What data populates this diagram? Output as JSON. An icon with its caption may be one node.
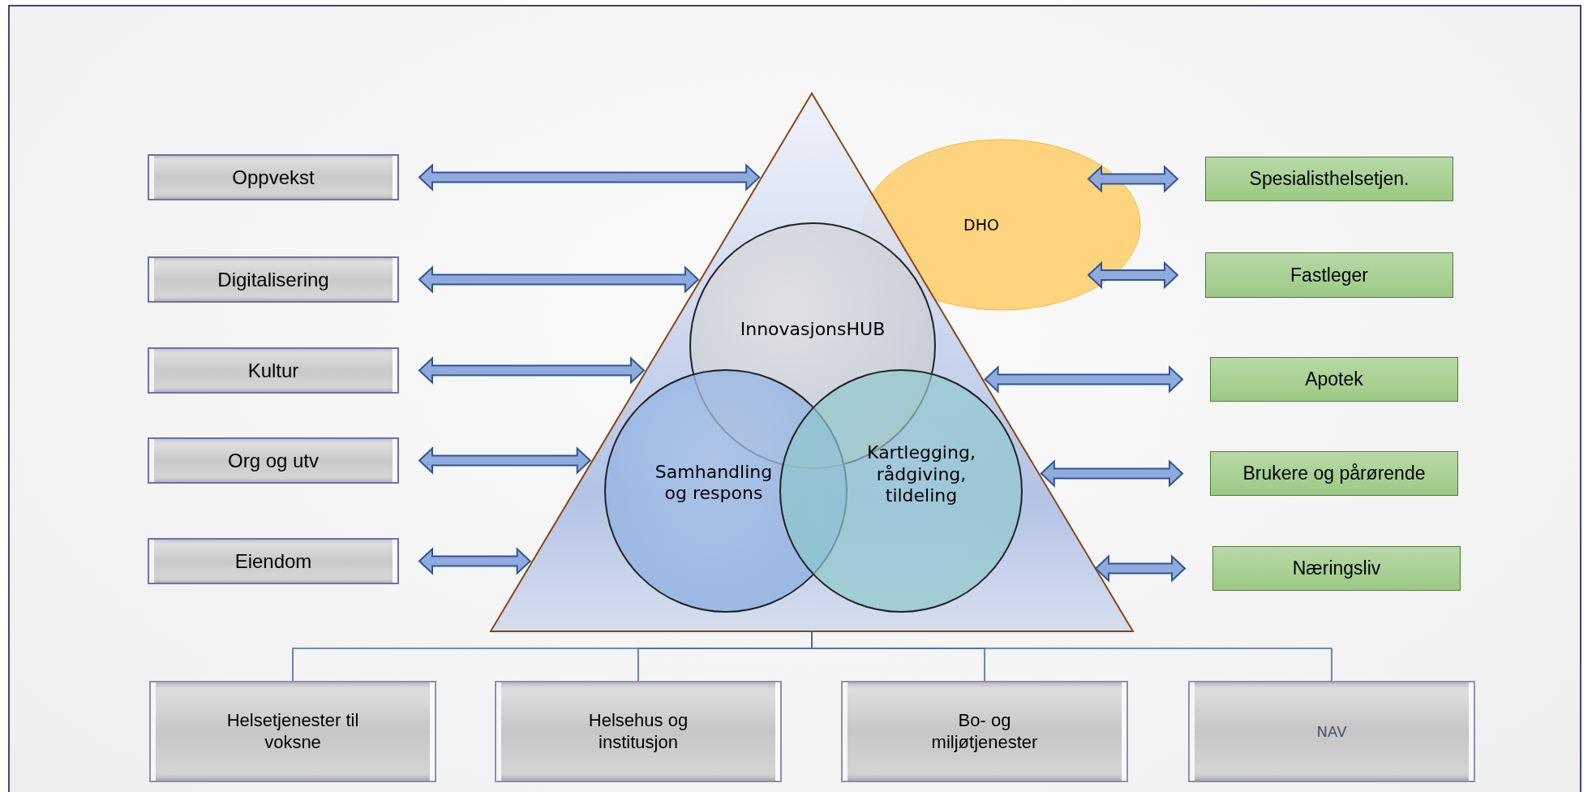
{
  "diagram": {
    "nodes": [
      {
        "text": [
          "Oppvekst"
        ]
      },
      {
        "text": [
          "Digitalisering"
        ]
      },
      {
        "text": [
          "Kultur"
        ]
      },
      {
        "text": [
          "Org og utv"
        ]
      },
      {
        "text": [
          "Eiendom"
        ]
      },
      {
        "text": [],
        "shape": "triangle"
      },
      {
        "text": [
          "InnovasjonsHUB"
        ],
        "in": 5
      },
      {
        "text": [
          "Samhandling og respons"
        ],
        "in": 5
      },
      {
        "text": [
          "Kartlegging, rådgiving, tildeling"
        ],
        "in": 5
      },
      {
        "text": [
          "DHO"
        ]
      },
      {
        "text": [
          "Spesialisthelsetjen."
        ]
      },
      {
        "text": [
          "Fastleger"
        ]
      },
      {
        "text": [
          "Apotek"
        ]
      },
      {
        "text": [
          "Brukere og pårørende"
        ]
      },
      {
        "text": [
          "Næringsliv"
        ]
      },
      {
        "text": [
          "Helsetjenester til voksne"
        ]
      },
      {
        "text": [
          "Helsehus og institusjon"
        ]
      },
      {
        "text": [
          "Bo- og miljøtjenester"
        ]
      },
      {
        "text": [
          "NAV"
        ]
      }
    ],
    "edges": [
      {
        "from": 0,
        "to": 5,
        "arrow": "both"
      },
      {
        "from": 1,
        "to": 5,
        "arrow": "both"
      },
      {
        "from": 2,
        "to": 5,
        "arrow": "both"
      },
      {
        "from": 3,
        "to": 5,
        "arrow": "both"
      },
      {
        "from": 4,
        "to": 5,
        "arrow": "both"
      },
      {
        "from": 9,
        "to": 10,
        "arrow": "both"
      },
      {
        "from": 9,
        "to": 11,
        "arrow": "both"
      },
      {
        "from": 5,
        "to": 12,
        "arrow": "both"
      },
      {
        "from": 5,
        "to": 13,
        "arrow": "both"
      },
      {
        "from": 5,
        "to": 14,
        "arrow": "both"
      },
      {
        "from": 5,
        "to": 15,
        "arrow": "none"
      },
      {
        "from": 5,
        "to": 16,
        "arrow": "none"
      },
      {
        "from": 5,
        "to": 17,
        "arrow": "none"
      },
      {
        "from": 5,
        "to": 18,
        "arrow": "none"
      }
    ]
  }
}
